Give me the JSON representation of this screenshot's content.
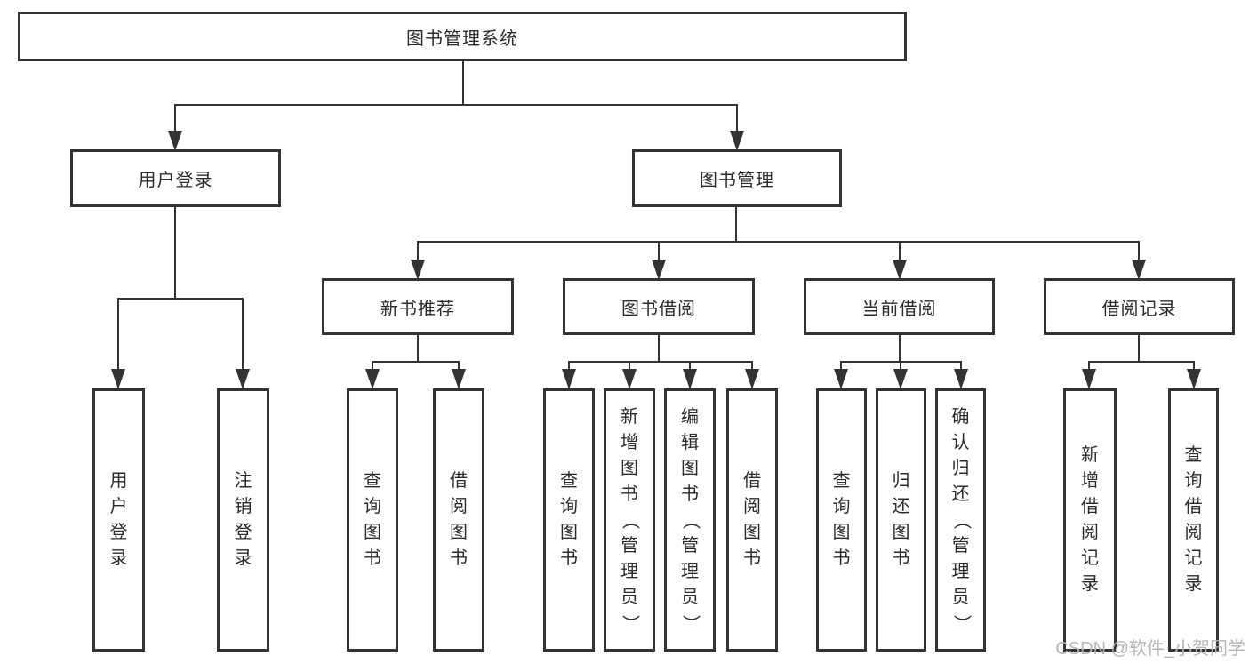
{
  "tree": {
    "label": "图书管理系统",
    "children": [
      {
        "label": "用户登录",
        "children": [
          {
            "label": "用户登录"
          },
          {
            "label": "注销登录"
          }
        ]
      },
      {
        "label": "图书管理",
        "children": [
          {
            "label": "新书推荐",
            "children": [
              {
                "label": "查询图书"
              },
              {
                "label": "借阅图书"
              }
            ]
          },
          {
            "label": "图书借阅",
            "children": [
              {
                "label": "查询图书"
              },
              {
                "label": "新增图书（管理员）"
              },
              {
                "label": "编辑图书（管理员）"
              },
              {
                "label": "借阅图书"
              }
            ]
          },
          {
            "label": "当前借阅",
            "children": [
              {
                "label": "查询图书"
              },
              {
                "label": "归还图书"
              },
              {
                "label": "确认归还（管理员）"
              }
            ]
          },
          {
            "label": "借阅记录",
            "children": [
              {
                "label": "新增借阅记录"
              },
              {
                "label": "查询借阅记录"
              }
            ]
          }
        ]
      }
    ]
  },
  "watermark": {
    "text": "CSDN @软件_小贺同学"
  },
  "colors": {
    "line": "#333333",
    "box_border": "#333333",
    "text": "#2b2b2b",
    "watermark": "#b6b6b6",
    "background": "#ffffff"
  }
}
